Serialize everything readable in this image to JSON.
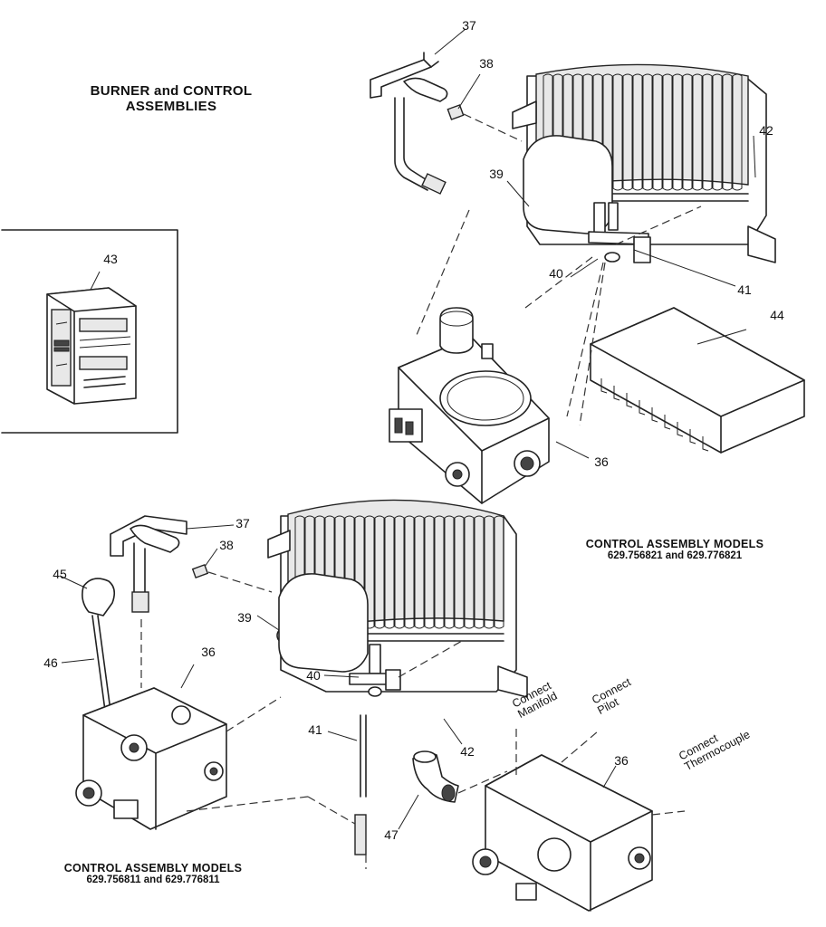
{
  "title": {
    "line1": "BURNER and CONTROL",
    "line2": "ASSEMBLIES"
  },
  "captions": {
    "upper": {
      "heading": "CONTROL ASSEMBLY MODELS",
      "models": "629.756821 and 629.776821"
    },
    "lower": {
      "heading": "CONTROL ASSEMBLY MODELS",
      "models": "629.756811 and 629.776811"
    }
  },
  "connections": {
    "manifold": "Connect\nManifold",
    "pilot": "Connect\nPilot",
    "thermocouple": "Connect\nThermocouple"
  },
  "callouts": {
    "u37": "37",
    "u38": "38",
    "u39": "39",
    "u40": "40",
    "u41": "41",
    "u42": "42",
    "u43": "43",
    "u44": "44",
    "u36": "36",
    "l37": "37",
    "l38": "38",
    "l45": "45",
    "l46": "46",
    "l36": "36",
    "l39": "39",
    "l40": "40",
    "l41": "41",
    "l42": "42",
    "l47": "47",
    "r36": "36"
  }
}
